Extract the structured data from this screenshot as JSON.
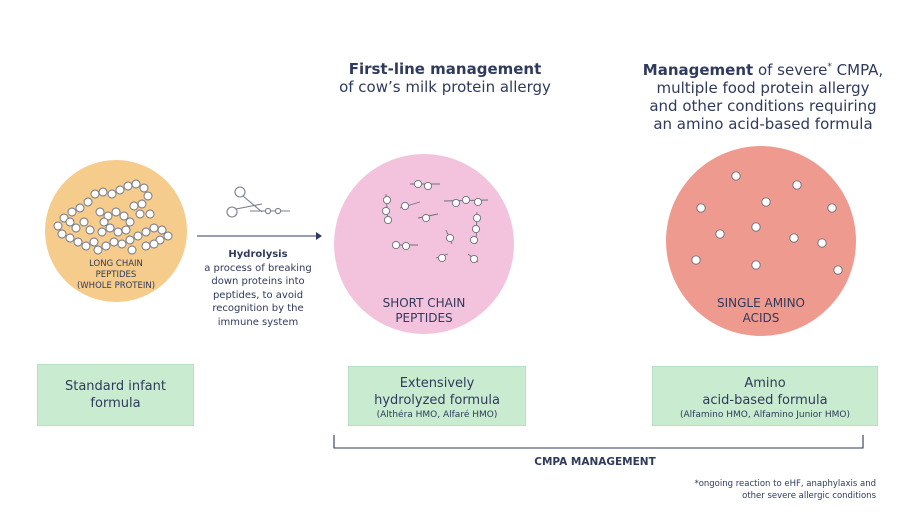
{
  "headings": {
    "first_line_bold": "First-line management",
    "first_line_rest": "of cow’s milk protein allergy",
    "severe_bold": "Management",
    "severe_rest_1": " of severe",
    "severe_star": "*",
    "severe_rest_2": " CMPA,",
    "severe_line2": "multiple food protein allergy",
    "severe_line3": "and other conditions requiring",
    "severe_line4": "an amino acid-based formula"
  },
  "circles": {
    "long_chain_line1": "LONG CHAIN",
    "long_chain_line2": "PEPTIDES",
    "long_chain_line3": "(WHOLE PROTEIN)",
    "short_chain_line1": "SHORT CHAIN",
    "short_chain_line2": "PEPTIDES",
    "amino_line1": "SINGLE AMINO",
    "amino_line2": "ACIDS"
  },
  "hydrolysis": {
    "title": "Hydrolysis",
    "line1": "a process of breaking",
    "line2": "down proteins into",
    "line3": "peptides, to avoid",
    "line4": "recognition by the",
    "line5": "immune system"
  },
  "boxes": {
    "standard_line1": "Standard infant",
    "standard_line2": "formula",
    "extensive_line1": "Extensively",
    "extensive_line2": "hydrolyzed formula",
    "extensive_brands": "(Althéra HMO, Alfaré HMO)",
    "amino_line1": "Amino",
    "amino_line2": "acid-based formula",
    "amino_brands": "(Alfamino HMO, Alfamino Junior HMO)"
  },
  "bracket_label": "CMPA MANAGEMENT",
  "footnote": {
    "line1": "*ongoing reaction to eHF, anaphylaxis and",
    "line2": "other severe allergic conditions"
  },
  "colors": {
    "navy": "#2f3a5c",
    "orange_circle": "#f6cc8c",
    "pink_circle": "#f3c3de",
    "red_circle": "#ef9a8e",
    "box_green": "#c9ecd0"
  }
}
